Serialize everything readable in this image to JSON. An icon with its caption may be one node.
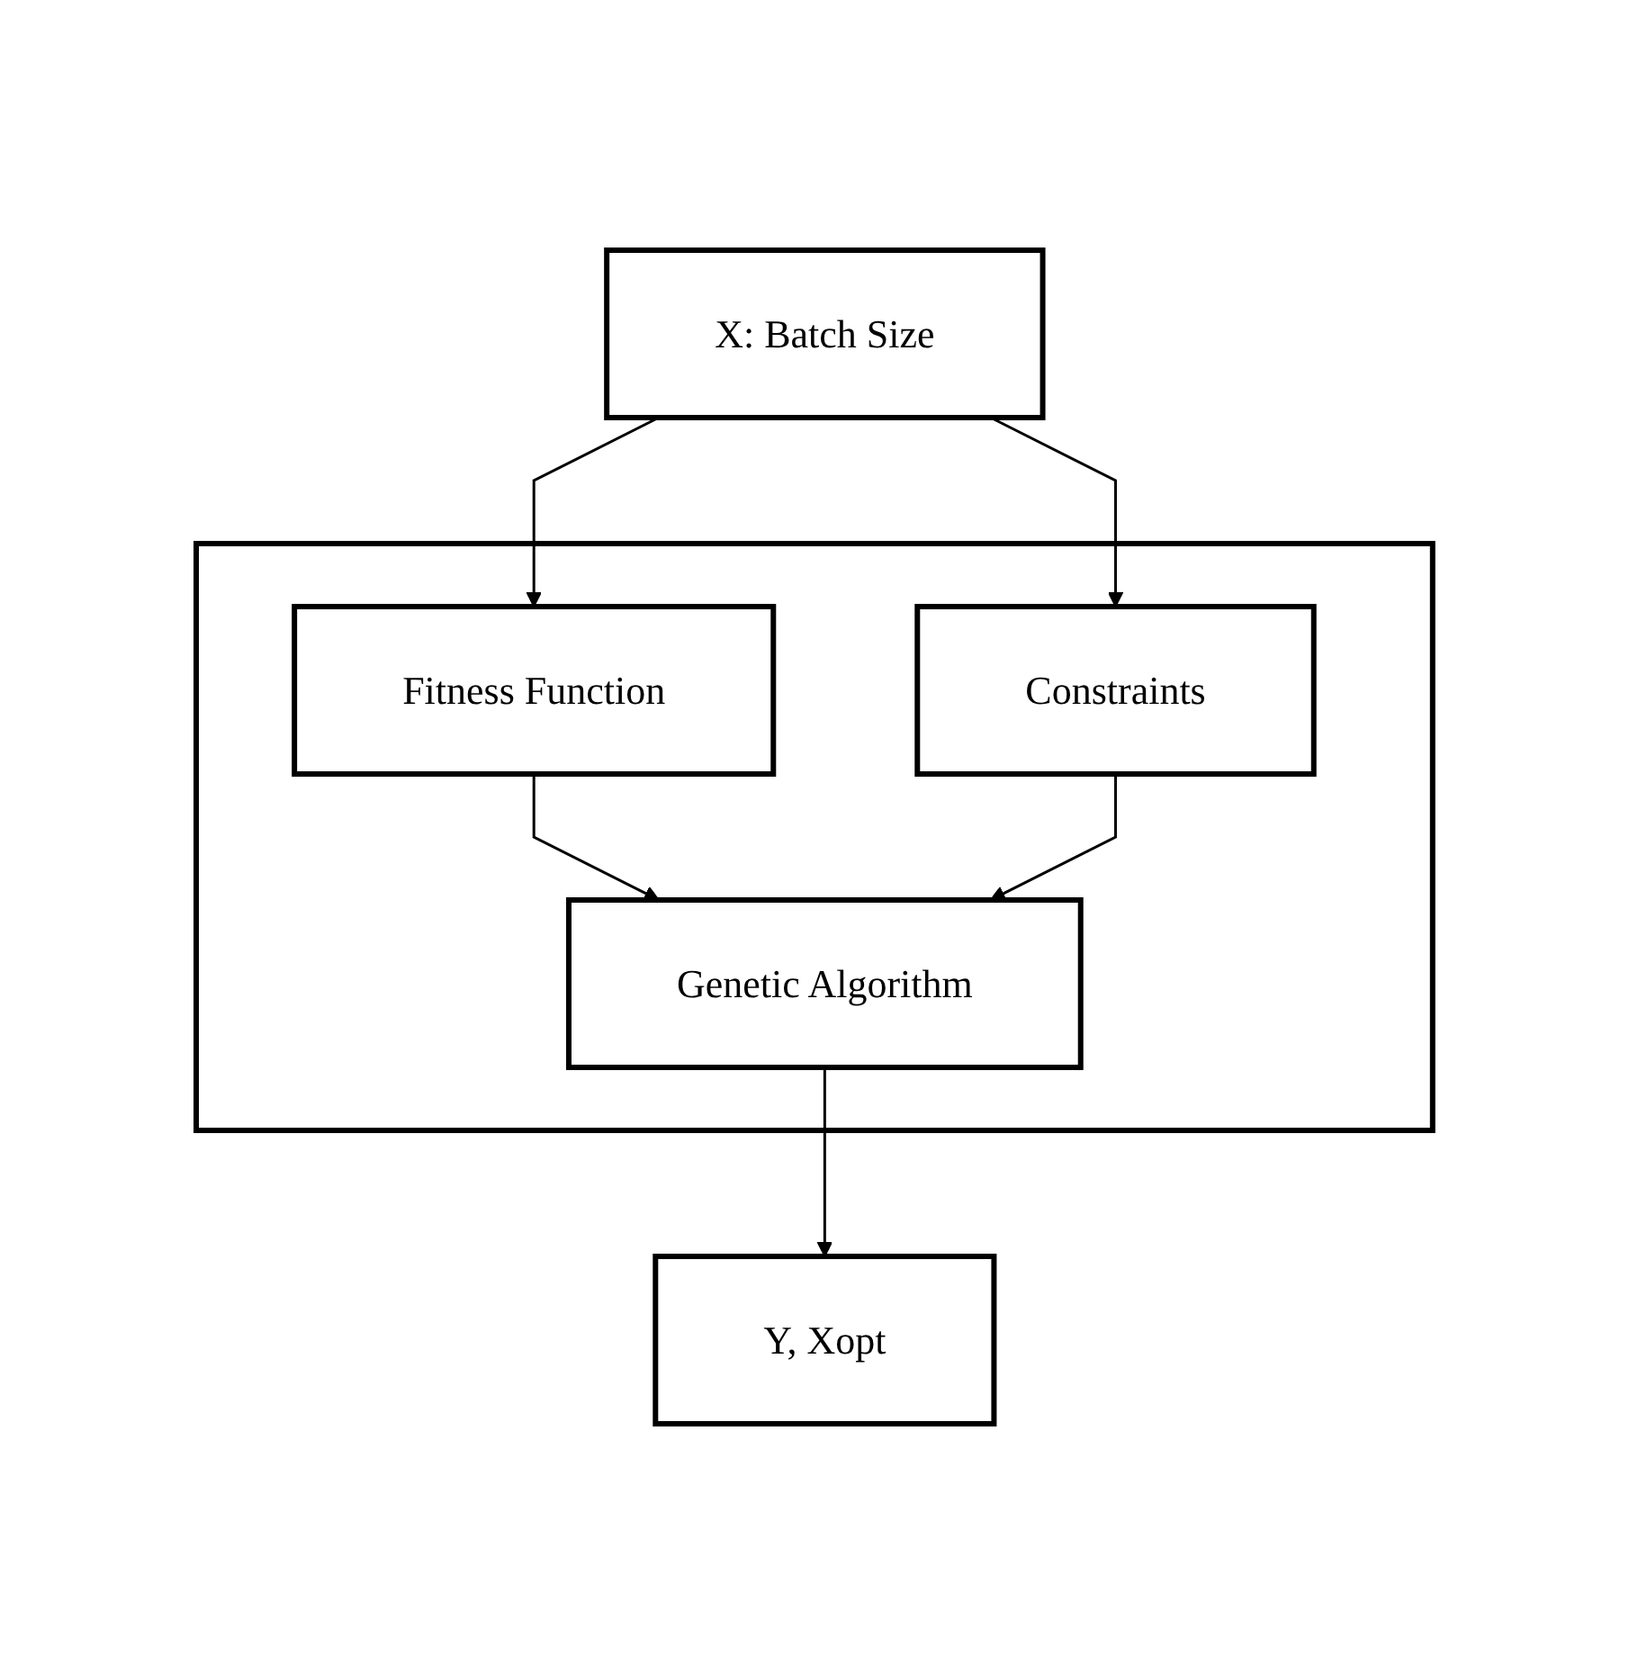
{
  "diagram": {
    "nodes": [
      {
        "text": [
          "X: Batch Size"
        ]
      },
      {
        "text": [],
        "shape": "box"
      },
      {
        "text": [
          "Fitness Function"
        ],
        "in": 1
      },
      {
        "text": [
          "Constraints"
        ],
        "in": 1
      },
      {
        "text": [
          "Genetic Algorithm"
        ],
        "in": 1
      },
      {
        "text": [
          "Y, Xopt"
        ]
      }
    ],
    "edges": [
      {
        "from": 0,
        "to": 2,
        "arrow": "to"
      },
      {
        "from": 0,
        "to": 3,
        "arrow": "to"
      },
      {
        "from": 2,
        "to": 4,
        "arrow": "to"
      },
      {
        "from": 3,
        "to": 4,
        "arrow": "to"
      },
      {
        "from": 4,
        "to": 5,
        "arrow": "to"
      }
    ]
  }
}
